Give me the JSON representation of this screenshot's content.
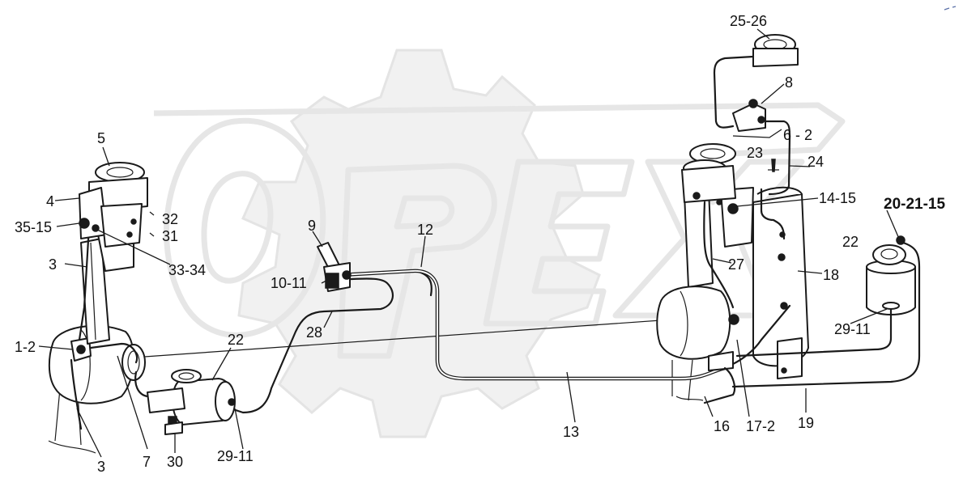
{
  "watermark": {
    "text": "OPEX"
  },
  "labels": {
    "l_25_26": "25-26",
    "l_8": "8",
    "l_6_2": "6 - 2",
    "l_23": "23",
    "l_24": "24",
    "l_14_15": "14-15",
    "l_20_21_15": "20-21-15",
    "l_22_right": "22",
    "l_18": "18",
    "l_27": "27",
    "l_29_11_right": "29-11",
    "l_16": "16",
    "l_17_2": "17-2",
    "l_19": "19",
    "l_13": "13",
    "l_12": "12",
    "l_9": "9",
    "l_10_11": "10-11",
    "l_28": "28",
    "l_22_left": "22",
    "l_29_11_left": "29-11",
    "l_30": "30",
    "l_7": "7",
    "l_3_bottom": "3",
    "l_1_2": "1-2",
    "l_3_mid": "3",
    "l_33_34": "33-34",
    "l_35_15": "35-15",
    "l_4": "4",
    "l_5": "5",
    "l_32": "32",
    "l_31": "31"
  }
}
